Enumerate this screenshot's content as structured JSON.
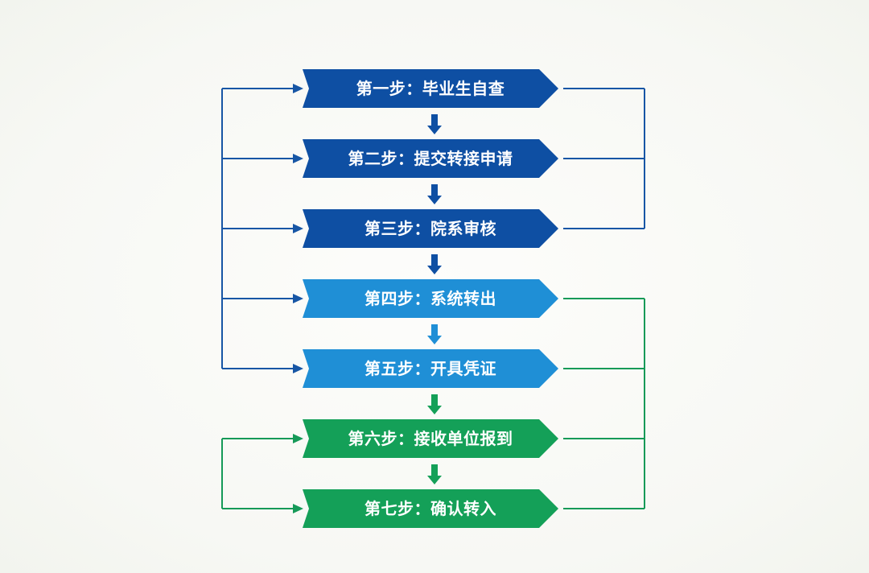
{
  "diagram": {
    "colors": {
      "navy": "#0e4fa3",
      "sky": "#1f8fd6",
      "green": "#14a058",
      "connector_blue": "#1756a5",
      "connector_green": "#169a58",
      "background": "#f8f9f5"
    },
    "steps": [
      {
        "id": "step1",
        "label": "第一步：毕业生自查",
        "color": "navy"
      },
      {
        "id": "step2",
        "label": "第二步：提交转接申请",
        "color": "navy"
      },
      {
        "id": "step3",
        "label": "第三步：院系审核",
        "color": "navy"
      },
      {
        "id": "step4",
        "label": "第四步：系统转出",
        "color": "sky"
      },
      {
        "id": "step5",
        "label": "第五步：开具凭证",
        "color": "sky"
      },
      {
        "id": "step6",
        "label": "第六步：接收单位报到",
        "color": "green"
      },
      {
        "id": "step7",
        "label": "第七步：确认转入",
        "color": "green"
      }
    ],
    "flow_arrows": [
      {
        "from": "step1",
        "to": "step2",
        "color": "navy"
      },
      {
        "from": "step2",
        "to": "step3",
        "color": "navy"
      },
      {
        "from": "step3",
        "to": "step4",
        "color": "navy"
      },
      {
        "from": "step4",
        "to": "step5",
        "color": "sky"
      },
      {
        "from": "step5",
        "to": "step6",
        "color": "green"
      },
      {
        "from": "step6",
        "to": "step7",
        "color": "green"
      }
    ],
    "connectors": [
      {
        "id": "left-blue-bracket",
        "side": "left",
        "color": "connector_blue",
        "steps": [
          "step1",
          "step2",
          "step3",
          "step4",
          "step5"
        ],
        "arrows": true
      },
      {
        "id": "right-blue-bracket",
        "side": "right",
        "color": "connector_blue",
        "steps": [
          "step1",
          "step2",
          "step3"
        ],
        "arrows": false
      },
      {
        "id": "left-green-bracket",
        "side": "left",
        "color": "connector_green",
        "steps": [
          "step6",
          "step7"
        ],
        "arrows": true
      },
      {
        "id": "right-green-bracket",
        "side": "right",
        "color": "connector_green",
        "steps": [
          "step4",
          "step5",
          "step6",
          "step7"
        ],
        "arrows": false
      }
    ]
  }
}
